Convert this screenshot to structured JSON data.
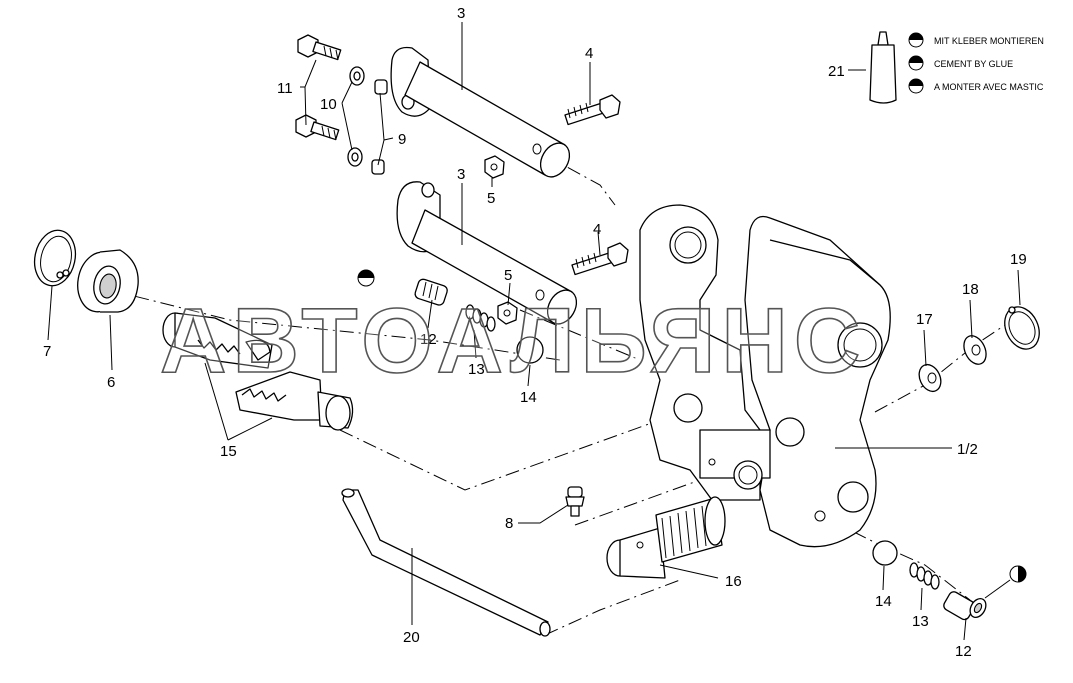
{
  "watermark": "АВТОАЛЬЯНС",
  "legend": {
    "part_number": "21",
    "items": [
      {
        "symbol": "half-black-circle-icon",
        "text": "MIT KLEBER MONTIEREN"
      },
      {
        "symbol": "half-black-circle-icon",
        "text": "CEMENT BY GLUE"
      },
      {
        "symbol": "half-black-circle-icon",
        "text": "A MONTER AVEC MASTIC"
      }
    ]
  },
  "callouts": {
    "c3a": "3",
    "c3b": "3",
    "c4a": "4",
    "c4b": "4",
    "c5a": "5",
    "c5b": "5",
    "c6": "6",
    "c7": "7",
    "c8": "8",
    "c9": "9",
    "c10": "10",
    "c11": "11",
    "c12a": "12",
    "c12b": "12",
    "c13a": "13",
    "c13b": "13",
    "c14a": "14",
    "c14b": "14",
    "c15": "15",
    "c16": "16",
    "c17": "17",
    "c18": "18",
    "c19": "19",
    "c20": "20",
    "c12": "1/2"
  },
  "colors": {
    "line": "#000000",
    "background": "#ffffff",
    "shade": "#cfcfcf"
  }
}
